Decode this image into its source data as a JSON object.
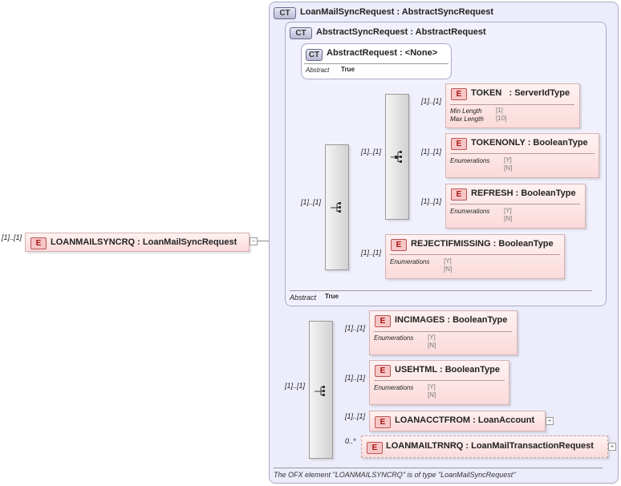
{
  "root": {
    "cardinality": "[1]..[1]",
    "badge": "E",
    "name": "LOANMAILSYNCRQ",
    "sep": " : ",
    "type": "LoanMailSyncRequest",
    "collapse": "−"
  },
  "outer_type": {
    "badge": "CT",
    "title": "LoanMailSyncRequest : AbstractSyncRequest",
    "footer": "The OFX element \"LOANMAILSYNCRQ\" is of type \"LoanMailSyncRequest\""
  },
  "mid_type": {
    "badge": "CT",
    "title": "AbstractSyncRequest : AbstractRequest",
    "abstract_label": "Abstract",
    "abstract_value": "True"
  },
  "inner_type": {
    "badge": "CT",
    "title": "AbstractRequest : <None>",
    "abstract_label": "Abstract",
    "abstract_value": "True"
  },
  "cardinalities": {
    "mid_seq": "[1]..[1]",
    "choice": "[1]..[1]",
    "token": "[1]..[1]",
    "tokenonly": "[1]..[1]",
    "refresh": "[1]..[1]",
    "rejectifmissing": "[1]..[1]",
    "outer_seq": "[1]..[1]",
    "incimages": "[1]..[1]",
    "usehtml": "[1]..[1]",
    "loanacctfrom": "[1]..[1]",
    "loanmailtrnrq": "0..*"
  },
  "elements": {
    "token": {
      "badge": "E",
      "title": "TOKEN   : ServerIdType",
      "props": [
        {
          "label": "Min Length",
          "value": "[1]"
        },
        {
          "label": "Max Length",
          "value": "[10]"
        }
      ]
    },
    "tokenonly": {
      "badge": "E",
      "title": "TOKENONLY : BooleanType",
      "enum_label": "Enumerations",
      "enum": [
        "[Y]",
        "[N]"
      ]
    },
    "refresh": {
      "badge": "E",
      "title": "REFRESH : BooleanType",
      "enum_label": "Enumerations",
      "enum": [
        "[Y]",
        "[N]"
      ]
    },
    "rejectifmissing": {
      "badge": "E",
      "title": "REJECTIFMISSING : BooleanType",
      "enum_label": "Enumerations",
      "enum": [
        "[Y]",
        "[N]"
      ]
    },
    "incimages": {
      "badge": "E",
      "title": "INCIMAGES : BooleanType",
      "enum_label": "Enumerations",
      "enum": [
        "[Y]",
        "[N]"
      ]
    },
    "usehtml": {
      "badge": "E",
      "title": "USEHTML : BooleanType",
      "enum_label": "Enumerations",
      "enum": [
        "[Y]",
        "[N]"
      ]
    },
    "loanacctfrom": {
      "badge": "E",
      "title": "LOANACCTFROM : LoanAccount",
      "expand": "+"
    },
    "loanmailtrnrq": {
      "badge": "E",
      "title": "LOANMAILTRNRQ : LoanMailTransactionRequest",
      "expand": "+"
    }
  }
}
